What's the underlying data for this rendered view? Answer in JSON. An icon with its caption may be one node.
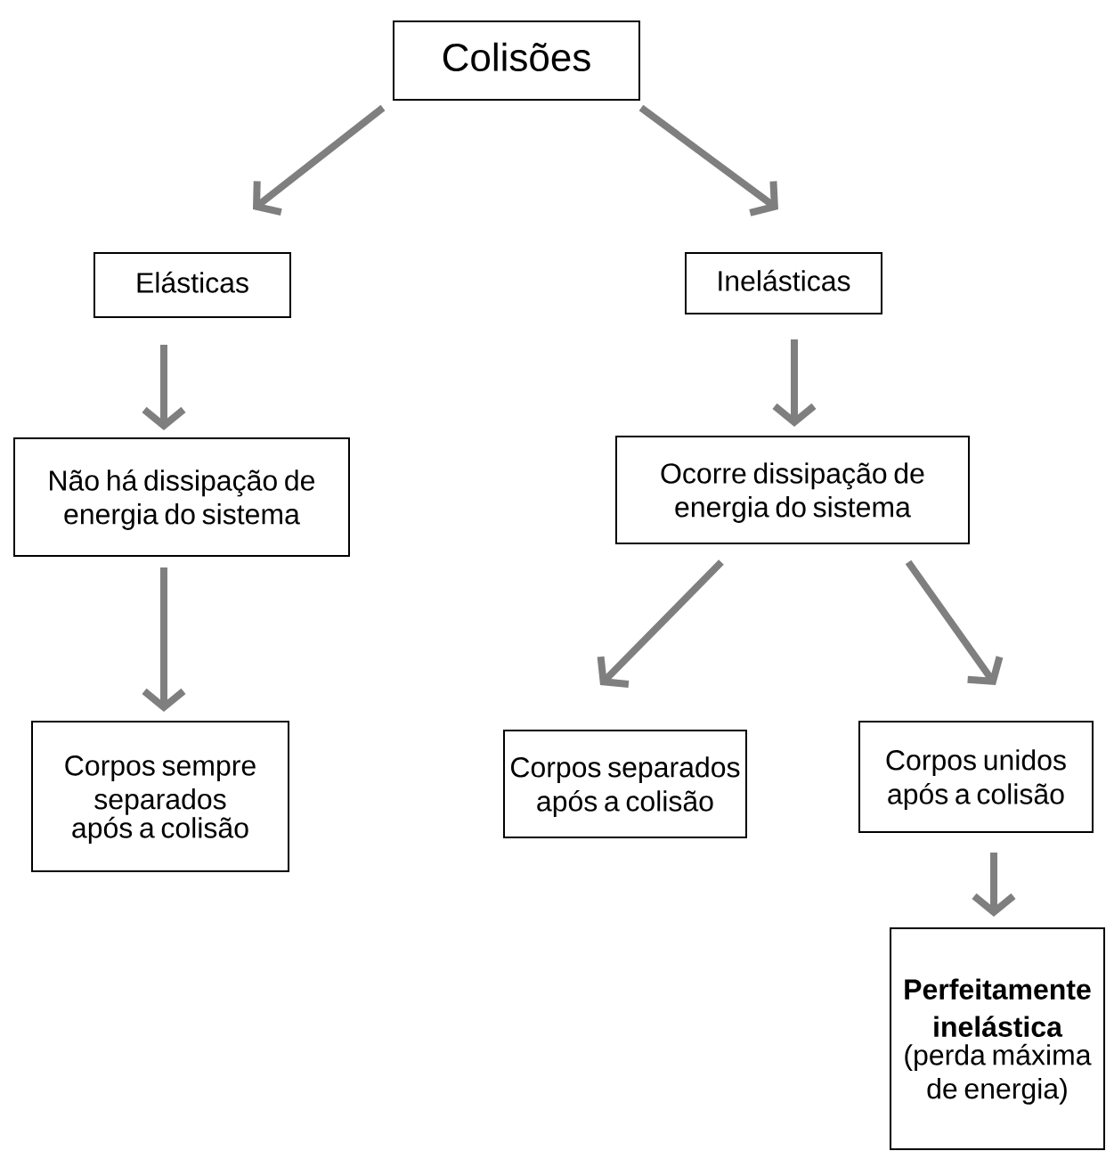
{
  "diagram": {
    "nodes": [
      {
        "text": [
          "Colisões"
        ]
      },
      {
        "text": [
          "Elásticas"
        ]
      },
      {
        "text": [
          "Inelásticas"
        ]
      },
      {
        "text": [
          "Não há dissipação de energia do sistema"
        ]
      },
      {
        "text": [
          "Ocorre dissipação de energia do sistema"
        ]
      },
      {
        "text": [
          "Corpos sempre separados após a colisão"
        ]
      },
      {
        "text": [
          "Corpos separados após a colisão"
        ]
      },
      {
        "text": [
          "Corpos unidos após a colisão"
        ]
      },
      {
        "text": [
          "Perfeitamente inelástica",
          "(perda máxima de energia)"
        ]
      }
    ],
    "edges": [
      {
        "from": 0,
        "to": 1,
        "arrow": "to"
      },
      {
        "from": 0,
        "to": 2,
        "arrow": "to"
      },
      {
        "from": 1,
        "to": 3,
        "arrow": "to"
      },
      {
        "from": 2,
        "to": 4,
        "arrow": "to"
      },
      {
        "from": 3,
        "to": 5,
        "arrow": "to"
      },
      {
        "from": 4,
        "to": 6,
        "arrow": "to"
      },
      {
        "from": 4,
        "to": 7,
        "arrow": "to"
      },
      {
        "from": 7,
        "to": 8,
        "arrow": "to"
      }
    ]
  }
}
